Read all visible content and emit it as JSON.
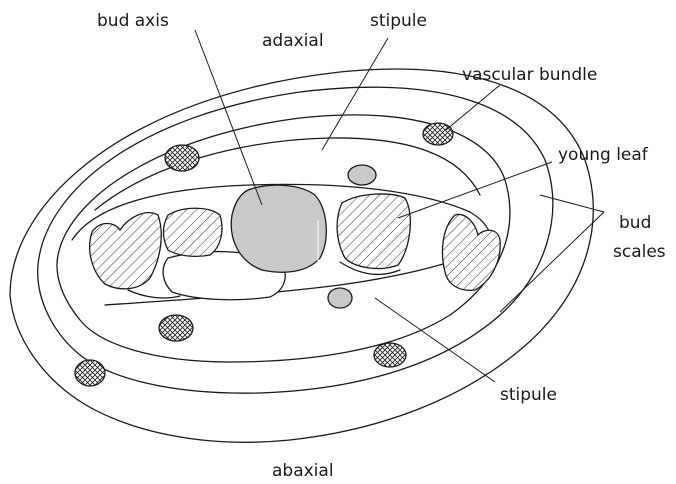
{
  "diagram": {
    "labels": {
      "bud_axis": "bud axis",
      "adaxial": "adaxial",
      "stipule_top": "stipule",
      "vascular_bundle": "vascular bundle",
      "young_leaf": "young leaf",
      "bud_scales_line1": "bud",
      "bud_scales_line2": "scales",
      "stipule_bottom": "stipule",
      "abaxial": "abaxial"
    },
    "colors": {
      "bud_axis_fill": "#c9c9c9",
      "stipule_dot_fill": "#c9c9c9",
      "outline": "#1a1a1a",
      "hatch": "#1a1a1a"
    },
    "fills": {
      "young_leaf": "diagonal-hatch",
      "vascular_bundle": "cross-hatch"
    }
  }
}
